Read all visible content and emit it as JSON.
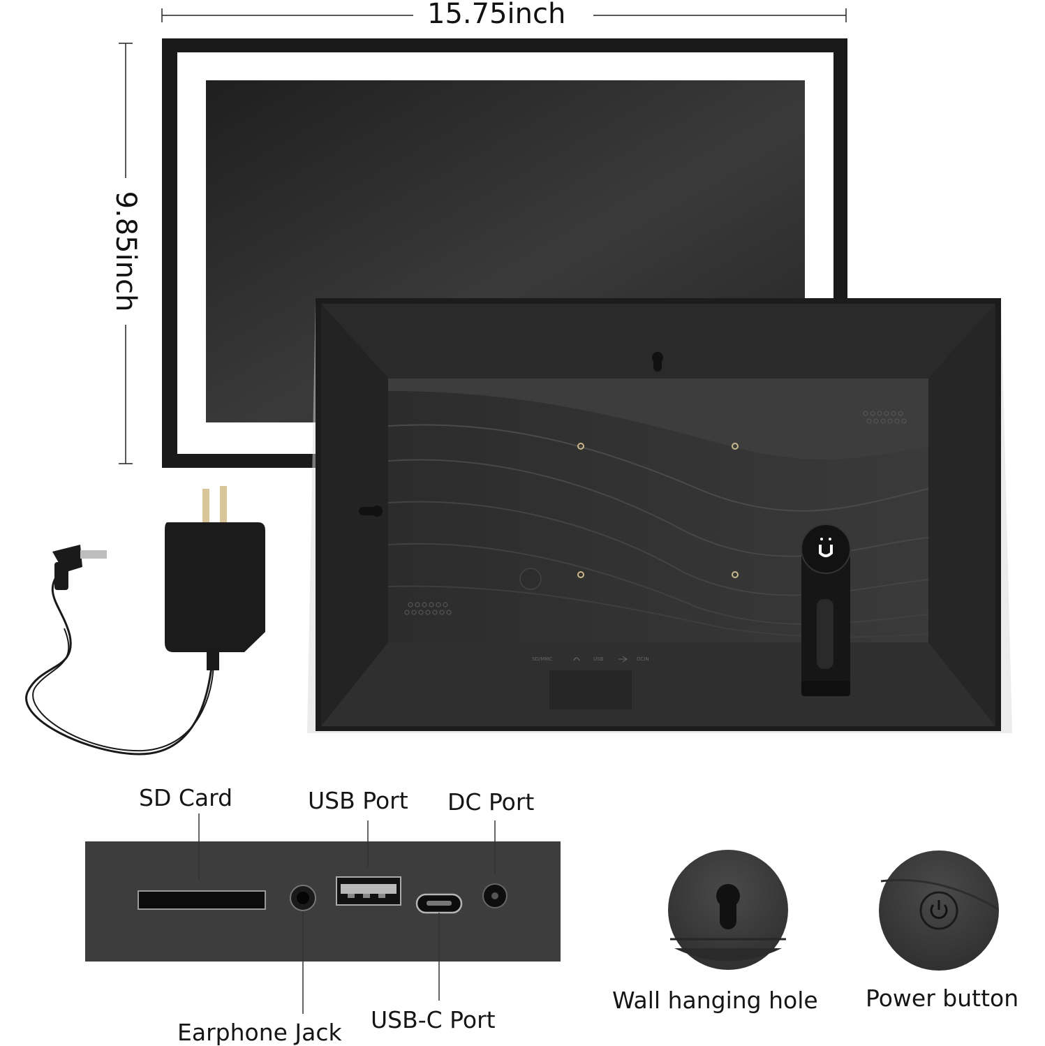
{
  "dimensions": {
    "width_label": "15.75inch",
    "height_label": "9.85inch"
  },
  "back_panel": {
    "port_markings": [
      "SD/MMC",
      "USB",
      "DCIN"
    ]
  },
  "ports": {
    "sd_card": "SD Card",
    "usb_port": "USB Port",
    "dc_port": "DC Port",
    "earphone_jack": "Earphone Jack",
    "usb_c_port": "USB-C Port"
  },
  "callouts": {
    "wall_hanging_hole": "Wall hanging hole",
    "power_button": "Power button"
  },
  "colors": {
    "frame_black": "#1a1a1a",
    "panel_gray": "#3a3a3a",
    "port_strip": "#3d3d3d",
    "screen": "#2b2b2b"
  },
  "icons": [
    "keyhole-icon",
    "power-icon",
    "u-logo-icon",
    "speaker-grille-icon"
  ]
}
